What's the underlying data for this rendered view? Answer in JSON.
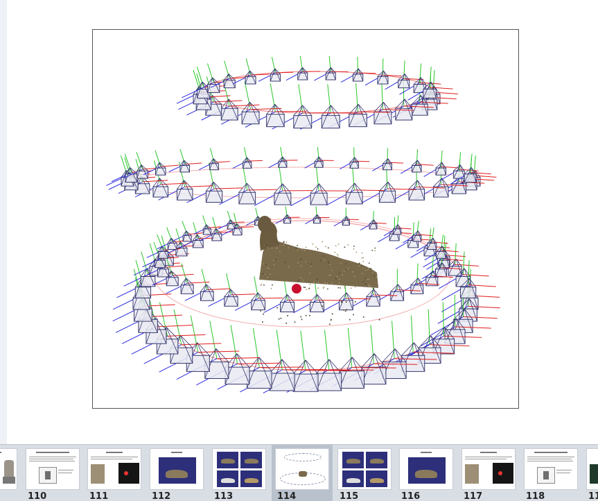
{
  "slide": {
    "image_name": "camera-poses-point-cloud"
  },
  "filmstrip": {
    "selected": "114",
    "slides": [
      {
        "number": "",
        "kind": "statue-photo"
      },
      {
        "number": "110",
        "kind": "text-diagram"
      },
      {
        "number": "111",
        "kind": "text-photos"
      },
      {
        "number": "112",
        "kind": "blue-render"
      },
      {
        "number": "113",
        "kind": "blue-grid"
      },
      {
        "number": "114",
        "kind": "camera-rig"
      },
      {
        "number": "115",
        "kind": "blue-grid"
      },
      {
        "number": "116",
        "kind": "blue-render"
      },
      {
        "number": "117",
        "kind": "text-photos"
      },
      {
        "number": "118",
        "kind": "text-diagram"
      },
      {
        "number": "11",
        "kind": "partial"
      }
    ]
  },
  "colors": {
    "strip_bg": "#d9dee5",
    "selected_bg": "#b9c2cc",
    "axis_x": "#e21b1b",
    "axis_y": "#26c626",
    "axis_z": "#2c2ce0",
    "marker": "#c8102e"
  }
}
